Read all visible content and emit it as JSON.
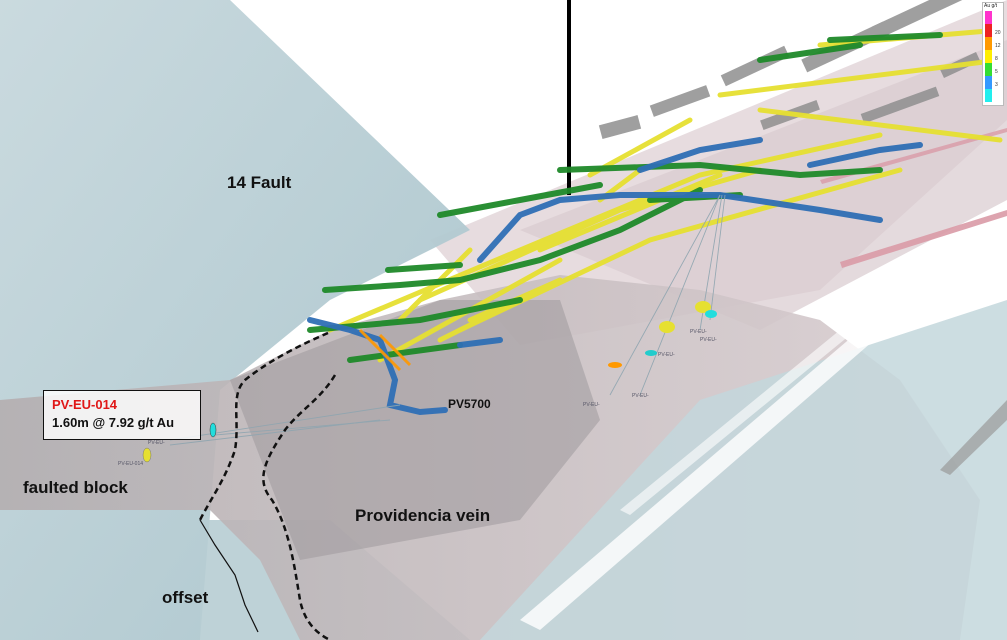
{
  "labels": {
    "fault": "14 Fault",
    "vein": "Providencia vein",
    "faulted_block": "faulted block",
    "offset": "offset",
    "level": "PV5700"
  },
  "callout": {
    "hole_id": "PV-EU-014",
    "intercept": "1.60m @ 7.92 g/t Au"
  },
  "legend": {
    "title": "Au g/t",
    "ticks": [
      "20",
      "12",
      "8",
      "5",
      "3"
    ],
    "colors": [
      "#ff33cc",
      "#ee2222",
      "#ff9900",
      "#ffee00",
      "#33dd33",
      "#3399ff",
      "#22eeee"
    ]
  },
  "drill_hole_labels": [
    "PV-EU-014",
    "PV-EU-",
    "PV-EU-",
    "PV-EU-",
    "PV-EU-",
    "PV-EU-",
    "PV-EU-"
  ],
  "colors": {
    "fault_plane": "#a9c4cc",
    "vein_plane": "#a6a1a4",
    "workings_yellow": "#e6e031",
    "workings_green": "#1f8a2a",
    "workings_blue": "#2f6fb5",
    "callout_hole": "#e01818"
  }
}
